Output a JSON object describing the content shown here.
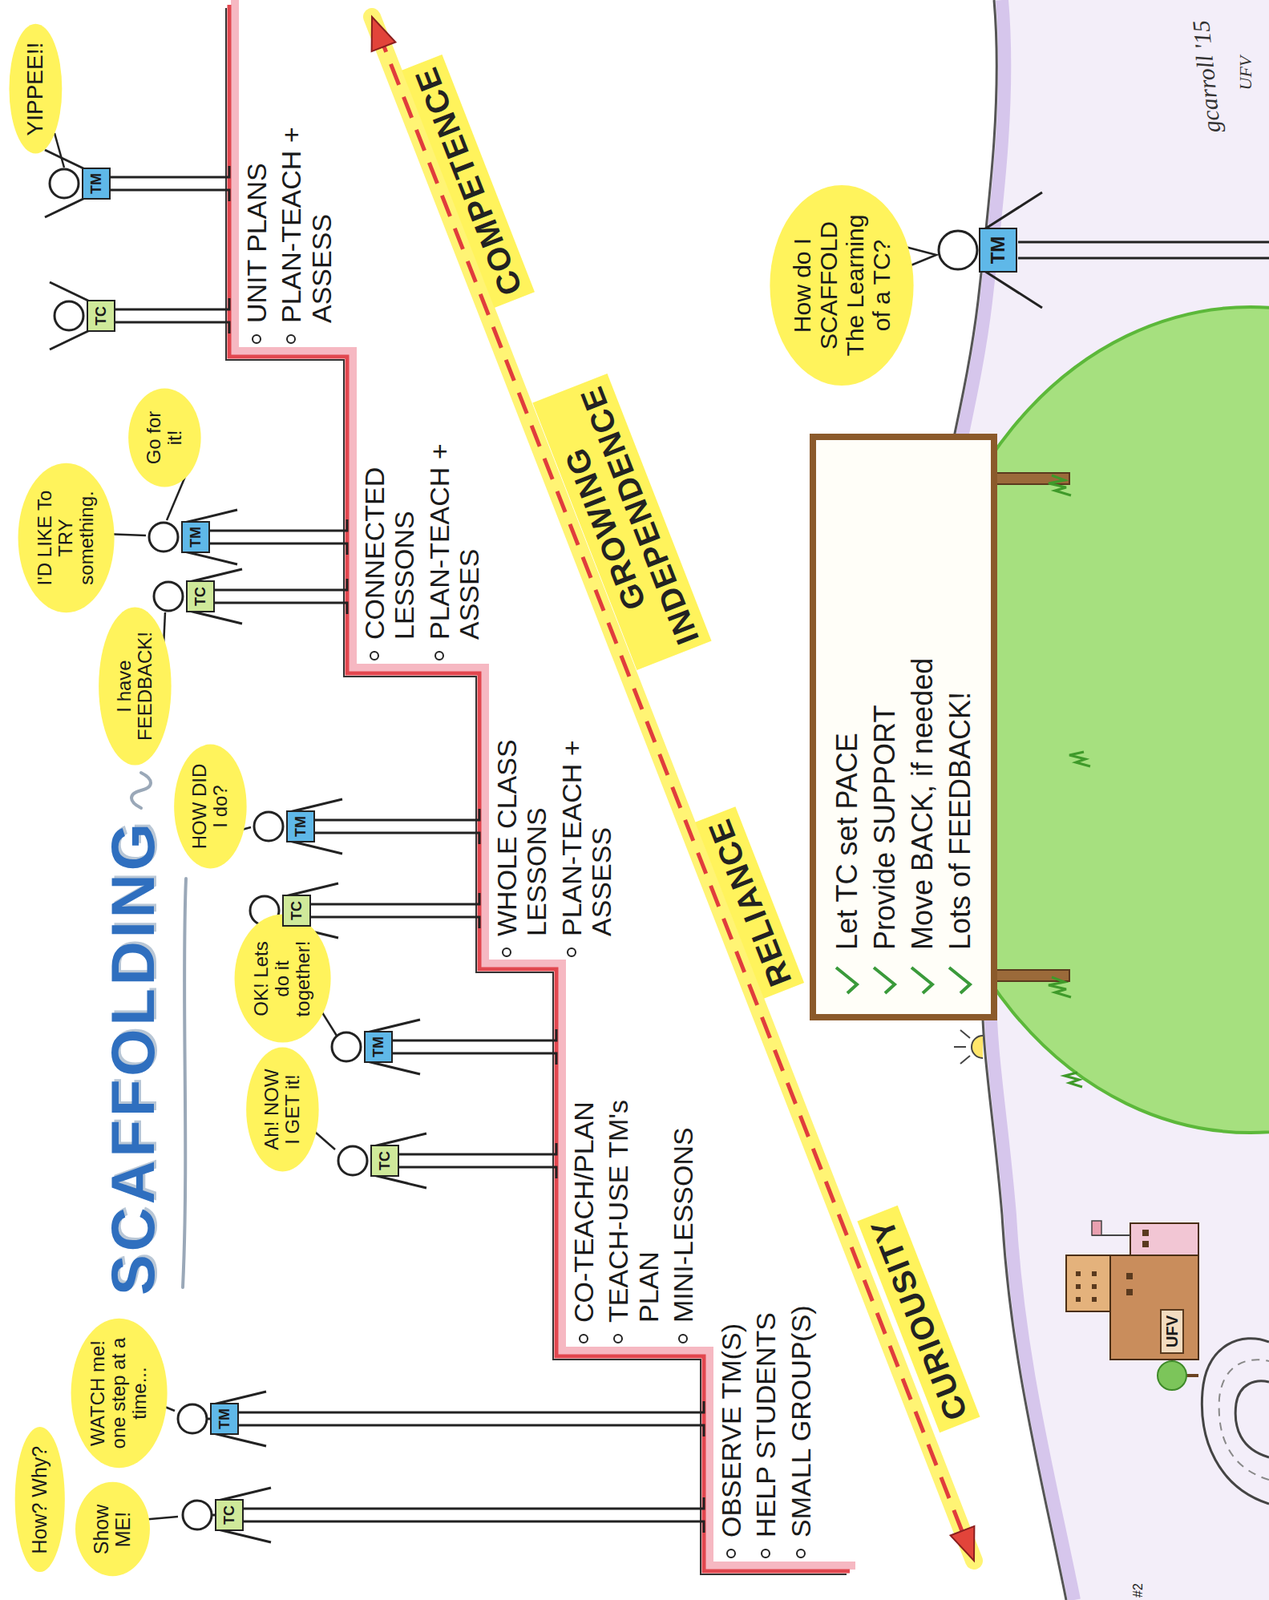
{
  "diagram": {
    "title": "SCAFFOLDING",
    "nodes": [
      {
        "text": [
          "How? Why?"
        ]
      },
      {
        "text": [
          "Show ME!"
        ]
      },
      {
        "text": [
          "WATCH me! one step at a time..."
        ]
      },
      {
        "text": [
          "TC"
        ]
      },
      {
        "text": [
          "TM"
        ]
      },
      {
        "text": [
          "OBSERVE TM(S)",
          "HELP STUDENTS",
          "SMALL GROUP(S)"
        ]
      },
      {
        "text": [
          "Ah! NOW I GET it!"
        ]
      },
      {
        "text": [
          "OK! Lets do it together!"
        ]
      },
      {
        "text": [
          "TC"
        ]
      },
      {
        "text": [
          "TM"
        ]
      },
      {
        "text": [
          "CO-TEACH/PLAN",
          "TEACH-USE TM's PLAN",
          "MINI-LESSONS"
        ]
      },
      {
        "text": [
          "HOW DID I do?"
        ]
      },
      {
        "text": [
          "I have FEEDBACK!"
        ]
      },
      {
        "text": [
          "TC"
        ]
      },
      {
        "text": [
          "TM"
        ]
      },
      {
        "text": [
          "WHOLE CLASS LESSONS",
          "PLAN-TEACH + ASSESS"
        ]
      },
      {
        "text": [
          "I'D LIKE To TRY something."
        ]
      },
      {
        "text": [
          "Go for it!"
        ]
      },
      {
        "text": [
          "TC"
        ]
      },
      {
        "text": [
          "TM"
        ]
      },
      {
        "text": [
          "CONNECTED LESSONS",
          "PLAN-TEACH + ASSES"
        ]
      },
      {
        "text": [
          "YIPPEE!!"
        ]
      },
      {
        "text": [
          "TC"
        ]
      },
      {
        "text": [
          "TM"
        ]
      },
      {
        "text": [
          "UNIT PLANS",
          "PLAN-TEACH + ASSESS"
        ]
      },
      {
        "text": [
          "Let TC set PACE",
          "Provide SUPPORT",
          "Move BACK, if needed",
          "Lots of FEEDBACK!"
        ]
      },
      {
        "text": [
          "How do I SCAFFOLD The Learning of a TC?"
        ]
      },
      {
        "text": [
          "TM"
        ]
      },
      {
        "text": [
          "#2"
        ]
      },
      {
        "text": [
          "UFV"
        ]
      }
    ],
    "labels": [
      "CURIOUSITY",
      "RELIANCE",
      "GROWING INDEPENDENCE",
      "COMPETENCE",
      "gcarroll '15",
      "UFV"
    ]
  }
}
